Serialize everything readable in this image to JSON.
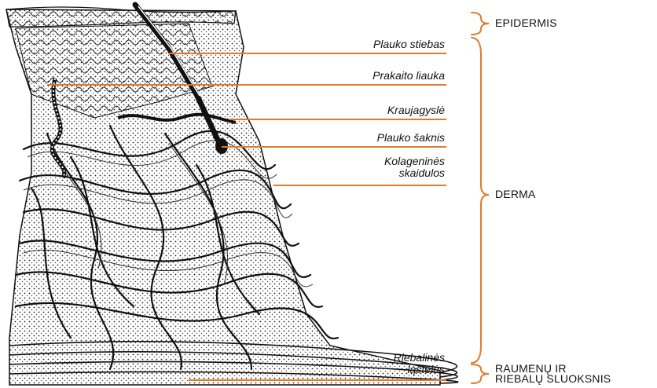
{
  "accent_color": "#e07b2c",
  "ink_color": "#111111",
  "illustration": {
    "icon": "skin-cross-section-illustration"
  },
  "structures": [
    {
      "id": "hair_shaft",
      "lines": [
        "Plauko stiebas"
      ]
    },
    {
      "id": "sweat_gland",
      "lines": [
        "Prakaito liauka"
      ]
    },
    {
      "id": "blood_vessel",
      "lines": [
        "Kraujagyslė"
      ]
    },
    {
      "id": "hair_root",
      "lines": [
        "Plauko šaknis"
      ]
    },
    {
      "id": "collagen_fibres",
      "lines": [
        "Kolageninės",
        "skaidulos"
      ]
    },
    {
      "id": "fat_cells",
      "lines": [
        "Riebalinės",
        "ląstelės"
      ]
    }
  ],
  "layers": [
    {
      "id": "epidermis",
      "lines": [
        "EPIDERMIS"
      ]
    },
    {
      "id": "dermis",
      "lines": [
        "DERMA"
      ]
    },
    {
      "id": "subcutis",
      "lines": [
        "RAUMENŲ IR",
        "RIEBALŲ SLUOKSNIS"
      ]
    }
  ]
}
